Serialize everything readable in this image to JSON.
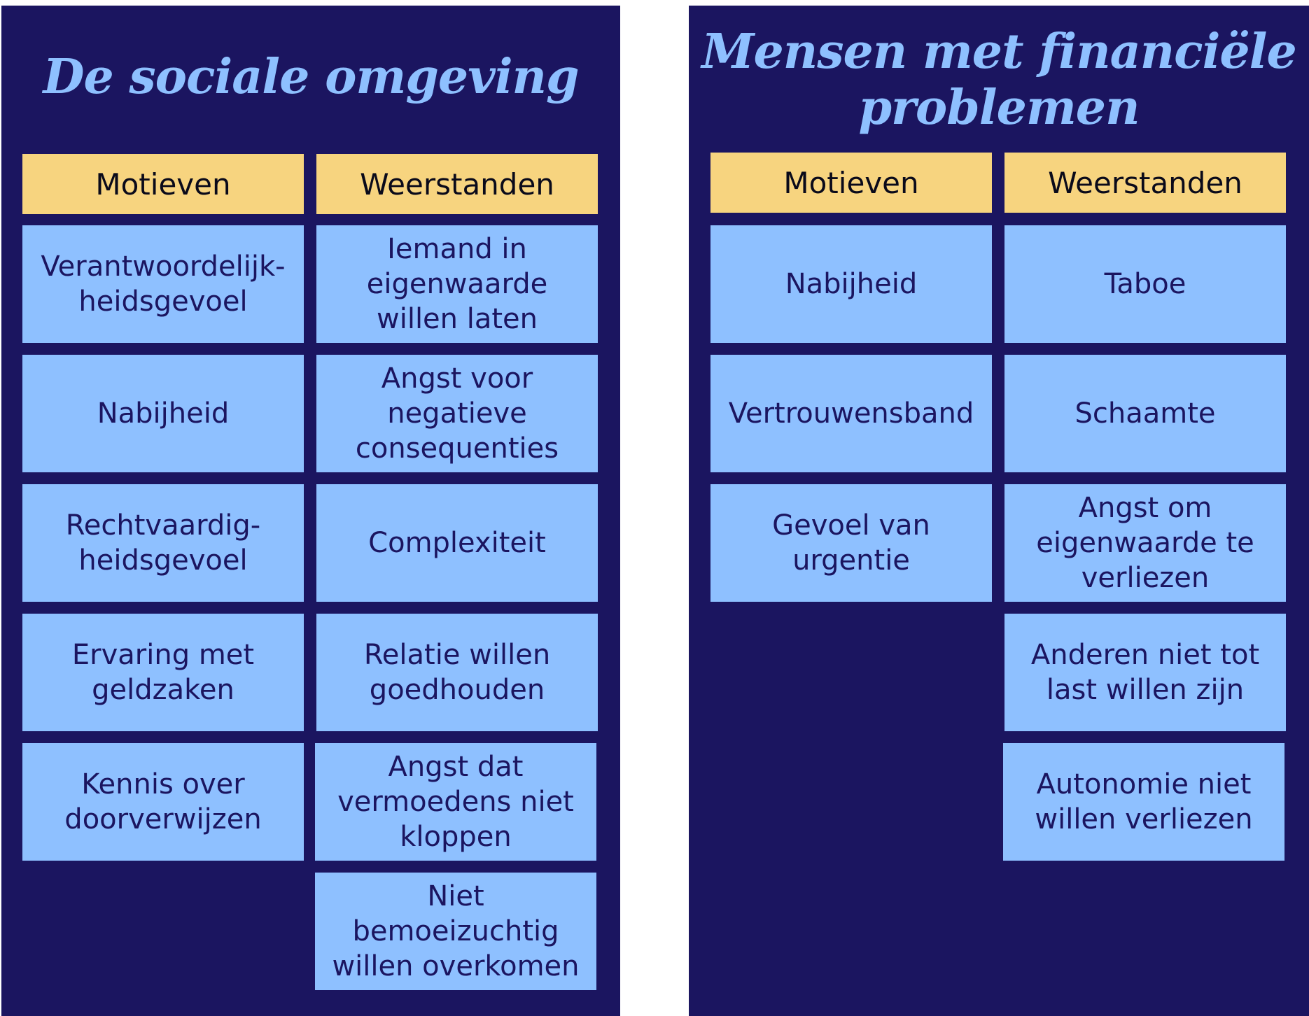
{
  "left_panel": {
    "title": "De sociale omgeving",
    "header_motieven": "Motieven",
    "header_weerstanden": "Weerstanden",
    "motieven": [
      "Verantwoordelijk-heidsgevoel",
      "Nabijheid",
      "Rechtvaardig-heidsgevoel",
      "Ervaring met geldzaken",
      "Kennis over doorverwijzen"
    ],
    "weerstanden": [
      "Iemand in eigenwaarde willen laten",
      "Angst voor negatieve consequenties",
      "Complexiteit",
      "Relatie willen goedhouden",
      "Angst dat vermoedens niet kloppen",
      "Niet bemoeizuchtig willen overkomen"
    ]
  },
  "right_panel": {
    "title": "Mensen met financiële problemen",
    "header_motieven": "Motieven",
    "header_weerstanden": "Weerstanden",
    "motieven": [
      "Nabijheid",
      "Vertrouwensband",
      "Gevoel van urgentie"
    ],
    "weerstanden": [
      "Taboe",
      "Schaamte",
      "Angst om eigenwaarde te verliezen",
      "Anderen niet tot last willen zijn",
      "Autonomie niet willen verliezen"
    ]
  },
  "colors": {
    "background": "#1b1560",
    "title": "#8ec0ff",
    "header": "#f7d47f",
    "card": "#8ec0ff",
    "card_text": "#1b1560"
  }
}
